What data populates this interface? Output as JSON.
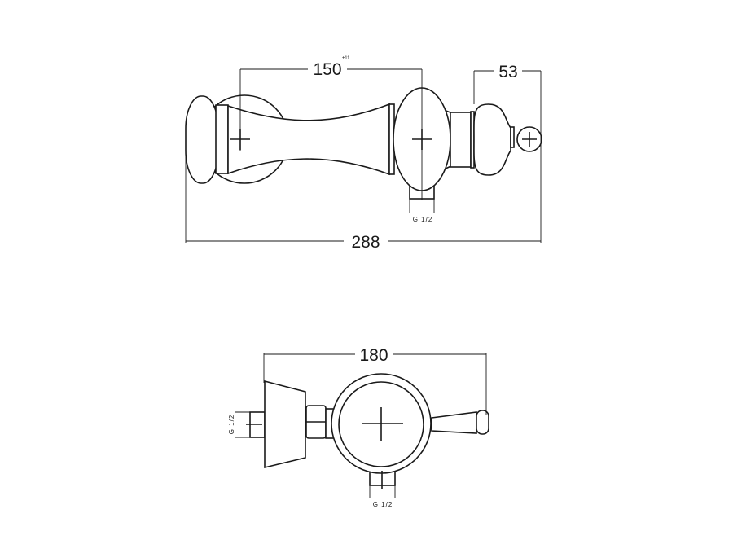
{
  "front_view": {
    "dim_centers": "150",
    "dim_centers_tolerance": "±11",
    "dim_handle": "53",
    "dim_overall": "288",
    "outlet_thread": "G 1/2"
  },
  "top_view": {
    "dim_depth": "180",
    "inlet_thread": "G 1/2",
    "outlet_thread": "G 1/2"
  }
}
